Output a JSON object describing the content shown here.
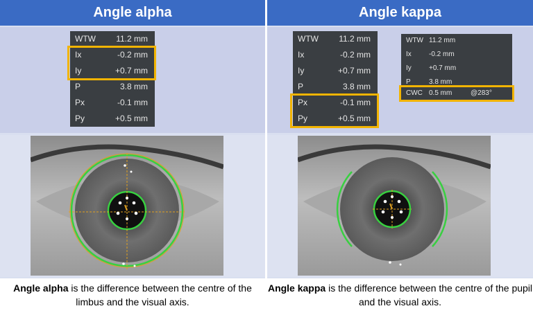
{
  "left": {
    "title": "Angle alpha",
    "table": [
      {
        "k": "WTW",
        "v": "11.2 mm"
      },
      {
        "k": "Ix",
        "v": "-0.2 mm"
      },
      {
        "k": "Iy",
        "v": "+0.7 mm"
      },
      {
        "k": "P",
        "v": "3.8 mm"
      },
      {
        "k": "Px",
        "v": "-0.1 mm"
      },
      {
        "k": "Py",
        "v": "+0.5 mm"
      }
    ],
    "caption_bold": "Angle alpha",
    "caption_rest": " is the difference between the centre of the limbus and the visual axis."
  },
  "right": {
    "title": "Angle kappa",
    "table": [
      {
        "k": "WTW",
        "v": "11.2 mm"
      },
      {
        "k": "Ix",
        "v": "-0.2 mm"
      },
      {
        "k": "Iy",
        "v": "+0.7 mm"
      },
      {
        "k": "P",
        "v": "3.8 mm"
      },
      {
        "k": "Px",
        "v": "-0.1 mm"
      },
      {
        "k": "Py",
        "v": "+0.5 mm"
      }
    ],
    "table2": [
      {
        "k": "WTW",
        "v": "11.2 mm"
      },
      {
        "k": "Ix",
        "v": "-0.2 mm"
      },
      {
        "k": "Iy",
        "v": "+0.7 mm"
      },
      {
        "k": "P",
        "v": "3.8 mm"
      }
    ],
    "cwc": {
      "k": "CWC",
      "v": "0.5 mm",
      "a": "@283°"
    },
    "caption_bold": "Angle kappa",
    "caption_rest": " is the difference between the centre of the pupil and the visual axis."
  },
  "colors": {
    "header": "#3a6bc4",
    "highlight": "#f2b400",
    "limbus": "#38d040",
    "axis": "#e0a020"
  }
}
